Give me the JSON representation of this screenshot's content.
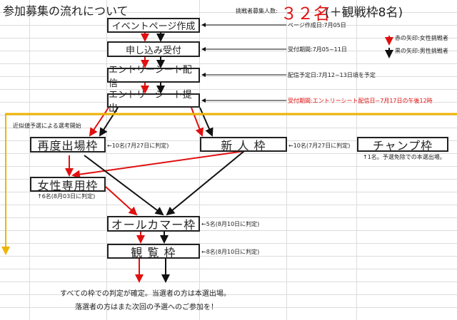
{
  "title": "参加募集の流れについて",
  "header": {
    "label": "挑戦者募集人数:",
    "count": "３２名",
    "extra": "(＋観戦枠8名)"
  },
  "legend": {
    "red": "赤の矢印:女性挑戦者",
    "black": "黒の矢印:男性挑戦者"
  },
  "steps": [
    {
      "label": "イベントページ作成",
      "note": "ページ作成日:7月05日"
    },
    {
      "label": "申し込み受付",
      "note": "受付期間:7月05~11日"
    },
    {
      "label": "エントリーシート配信",
      "note": "配信予定日:7月12~13日頃を予定"
    },
    {
      "label": "エントリーシート提出",
      "note": "受付期間:エントリーシート配信日~7月17日の午後12時"
    }
  ],
  "selection_start": "近似値予選による選考開始",
  "slots": {
    "repeat": {
      "label": "再度出場枠",
      "note": "←10名(7月27日に判定)"
    },
    "newcomer": {
      "label": "新 人 枠",
      "note": "←10名(7月27日に判定)"
    },
    "champ": {
      "label": "チャンプ枠",
      "note": "↑1名。予選免除での本選出場。"
    },
    "women": {
      "label": "女性専用枠",
      "note": "↑6名(8月03日に判定)"
    },
    "allcomer": {
      "label": "オールカマー枠",
      "note": "←5名(8月10日に判定)"
    },
    "viewer": {
      "label": "観 覧 枠",
      "note": "←8名(8月10日に判定)"
    }
  },
  "footer": [
    "すべての枠での判定が確定。当選者の方は本選出場。",
    "落選者の方はまた次回の予選へのご参加を！"
  ],
  "colors": {
    "red": "#e01010",
    "black": "#111111",
    "yellow": "#f0b400"
  }
}
